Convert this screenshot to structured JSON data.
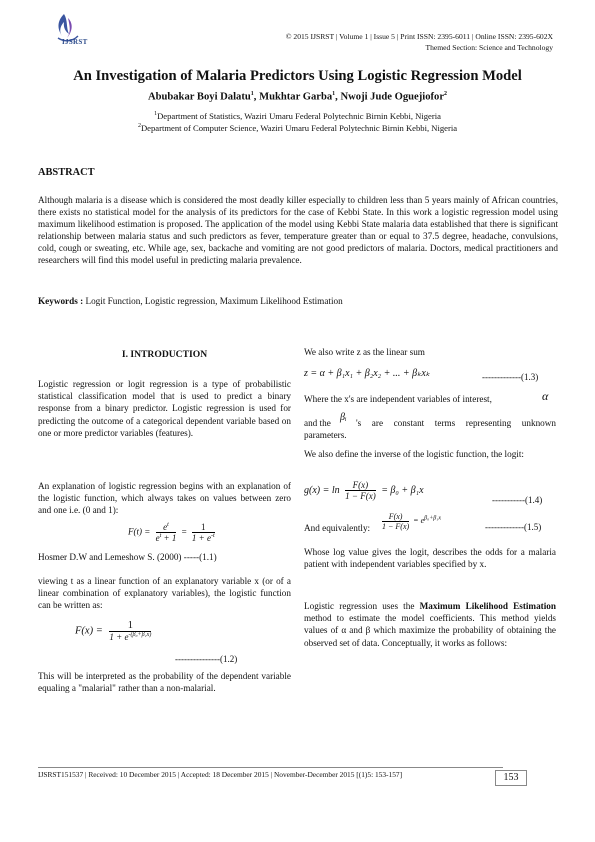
{
  "header": {
    "logo_text": "IJSRST",
    "line1": "© 2015 IJSRST | Volume 1 | Issue 5 | Print ISSN: 2395-6011 | Online ISSN: 2395-602X",
    "line2": "Themed Section:  Science and Technology"
  },
  "title": "An Investigation of Malaria Predictors Using Logistic Regression Model",
  "authors": {
    "a1": "Abubakar Boyi Dalatu",
    "a1_sup": "1",
    "sep1": ", Mukhtar Garba",
    "a2_sup": "1",
    "sep2": ", Nwoji Jude Oguejiofor",
    "a3_sup": "2"
  },
  "affiliations": [
    {
      "sup": "1",
      "text": "Department of Statistics, Waziri Umaru Federal Polytechnic Birnin Kebbi, Nigeria"
    },
    {
      "sup": "2",
      "text": "Department of Computer Science, Waziri Umaru Federal Polytechnic Birnin Kebbi, Nigeria"
    }
  ],
  "abstract": {
    "heading": "ABSTRACT",
    "body": "Although malaria is a disease which is considered the most deadly killer especially to children less than 5 years mainly of African countries, there exists no statistical model for the analysis of its predictors for the case of Kebbi State. In this work a logistic regression model using maximum likelihood estimation is proposed. The application of the model using Kebbi State malaria data established that there is significant relationship between malaria status and such predictors as fever, temperature greater than or equal to 37.5 degree, headache, convulsions, cold, cough or sweating, etc. While age, sex, backache and vomiting are not good predictors of malaria. Doctors, medical practitioners and researchers will find this model useful in predicting malaria prevalence.",
    "keywords_label": "Keywords :",
    "keywords": " Logit Function, Logistic regression, Maximum Likelihood Estimation"
  },
  "left_col": {
    "section": "I.    INTRODUCTION",
    "p1": "Logistic regression or logit regression is a type of probabilistic statistical classification model that is used to predict a binary response from a binary predictor. Logistic regression is used for predicting the outcome of a categorical dependent variable based on one or more predictor variables (features).",
    "p2": "An explanation of logistic regression begins with an explanation of the logistic function, which always takes on values between zero and one i.e. (0 and 1):",
    "eq11_lhs": "F(t) =",
    "eq11_num": "e",
    "eq11_den": "e",
    "eq11_plus": "+ 1",
    "eq11_eq": "=",
    "eq11_r_num": "1",
    "eq11_r_den": "1 + e",
    "cite": "Hosmer D.W and Lemeshow S. (2000) -----(1.1)",
    "p3": "viewing t as a linear function of an explanatory variable x (or of a linear combination of explanatory variables), the logistic function can be written as:",
    "eq12_lhs": "F(x) =",
    "eq12_num": "1",
    "eq12_den": "1 + e",
    "eq12_exp": "-(β₀+β₁x)",
    "eq12_tag": "---------------(1.2)",
    "p4": "This will be interpreted as the probability of the dependent variable equaling a \"malarial\" rather than a non-malarial."
  },
  "right_col": {
    "r1": "We also write z as the linear sum",
    "eq13": "z = α + β₁x₁ + β₂x₂ + ... + βₖxₖ",
    "eq13_tag": "-------------(1.3)",
    "r2": "Where the x's are independent variables of interest,",
    "alpha": "α",
    "r3a": "and the",
    "beta": "βᵢ",
    "r3b": "'s are constant terms representing unknown parameters.",
    "r4": "We also define the inverse of the logistic function, the logit:",
    "eq14_lhs": "g(x) = ln",
    "eq14_num": "F(x)",
    "eq14_den": "1 − F(x)",
    "eq14_rhs": "= β₀ + β₁x",
    "eq14_tag": "-----------(1.4)",
    "r5": "And equivalently:",
    "eq15_num": "F(x)",
    "eq15_den": "1 − F(x)",
    "eq15_rhs": "= e",
    "eq15_exp": "β₀+β₁x",
    "eq15_tag": "-------------(1.5)",
    "r6": "Whose log value gives the logit, describes the odds for a malaria patient with independent variables specified by x.",
    "r7a": "Logistic regression uses the ",
    "r7b": "Maximum Likelihood Estimation",
    "r7c": " method to estimate the model coefficients. This method yields values of α and β which maximize the probability of obtaining the observed set of data. Conceptually, it works as follows:"
  },
  "footer": {
    "text": "IJSRST151537 | Received: 10 December 2015 | Accepted: 18 December 2015 | November-December 2015 [(1)5: 153-157]",
    "page": "153"
  }
}
